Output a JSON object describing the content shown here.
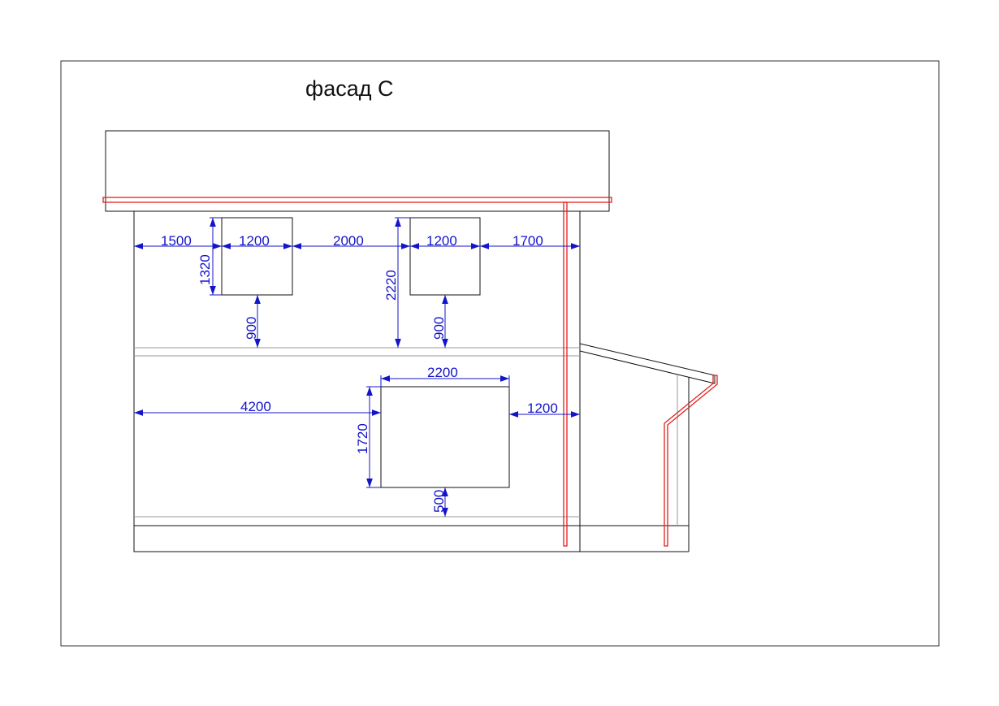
{
  "title": "фасад С",
  "colors": {
    "outline": "#111111",
    "dimension": "#1414c8",
    "downpipe": "#e41e1e",
    "floor_line": "#999999"
  },
  "dimensions": {
    "upper_left_offset": "1500",
    "upper_window_1_width": "1200",
    "upper_window_gap": "2000",
    "upper_window_2_width": "1200",
    "upper_right_offset": "1700",
    "upper_window_1_height": "1320",
    "upper_window_2_top_height": "2220",
    "upper_window_1_sill": "900",
    "upper_window_2_sill": "900",
    "lower_window_width": "2200",
    "lower_left_offset": "4200",
    "lower_right_offset": "1200",
    "lower_window_height": "1720",
    "lower_window_sill": "500"
  }
}
